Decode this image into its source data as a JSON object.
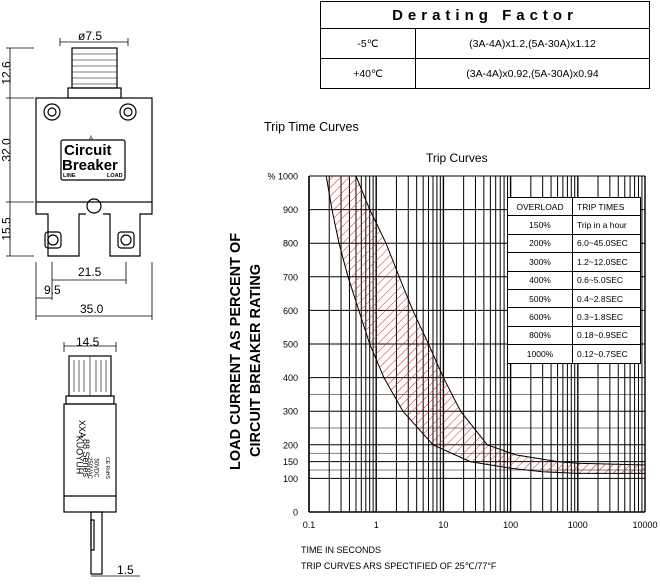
{
  "derating": {
    "title": "Derating Factor",
    "rows": [
      {
        "condition": "-5℃",
        "factor": "(3A-4A)x1.2,(5A-30A)x1.12"
      },
      {
        "condition": "+40℃",
        "factor": "(3A-4A)x0.92,(5A-30A)x0.94"
      }
    ]
  },
  "drawing": {
    "top_dim": "ø7.5",
    "width_dim": "35.0",
    "dim_21_5": "21.5",
    "dim_9_5": "9.5",
    "h_12_6": "12.6",
    "h_32": "32.0",
    "h_15_5": "15.5",
    "label_a": "A",
    "label_circuit": "Circuit",
    "label_breaker": "Breaker",
    "label_line": "LINE",
    "label_load": "LOAD",
    "side_width": "14.5",
    "side_thickness": "1.5",
    "side_brand": "KUOYUH",
    "side_series": "88 Series",
    "side_rating": "XXA",
    "side_volt1": "250VAC",
    "side_volt2": "50VDC",
    "side_mark": "CE RoHS"
  },
  "chart_caption": "Trip Time Curves",
  "chart_data": {
    "type": "area",
    "title": "Trip  Curves",
    "ylabel_line1": "LOAD CURRENT AS PERCENT OF",
    "ylabel_line2": "CIRCUIT BREAKER RATING",
    "xlabel": "TIME IN SECONDS",
    "note": "TRIP CURVES ARS SPECTIFIED OF 25℃/77°F",
    "x_scale": "log",
    "xlim": [
      0.1,
      10000
    ],
    "x_ticks": [
      "0.1",
      "1",
      "10",
      "100",
      "1000",
      "10000"
    ],
    "y_tick_labels": [
      "% 1000",
      "900",
      "800",
      "700",
      "600",
      "500",
      "400",
      "300",
      "200",
      "150",
      "100",
      "0"
    ],
    "y_tick_values": [
      1000,
      900,
      800,
      700,
      600,
      500,
      400,
      300,
      200,
      150,
      100,
      0
    ],
    "curves": [
      {
        "role": "min_trip",
        "points": [
          [
            0.18,
            1000
          ],
          [
            0.22,
            900
          ],
          [
            0.28,
            800
          ],
          [
            0.38,
            700
          ],
          [
            0.55,
            600
          ],
          [
            0.8,
            500
          ],
          [
            1.3,
            400
          ],
          [
            2.5,
            300
          ],
          [
            7,
            200
          ],
          [
            25,
            150
          ],
          [
            100,
            130
          ],
          [
            300,
            120
          ],
          [
            1000,
            115
          ],
          [
            10000,
            115
          ]
        ]
      },
      {
        "role": "max_trip",
        "points": [
          [
            0.5,
            1000
          ],
          [
            0.8,
            900
          ],
          [
            1.4,
            800
          ],
          [
            2.2,
            700
          ],
          [
            3.5,
            600
          ],
          [
            6,
            500
          ],
          [
            10,
            400
          ],
          [
            18,
            300
          ],
          [
            45,
            200
          ],
          [
            120,
            170
          ],
          [
            500,
            150
          ],
          [
            1000,
            145
          ],
          [
            10000,
            140
          ]
        ]
      }
    ],
    "hatch_color": "#e02020",
    "overload_table": {
      "headers": [
        "OVERLOAD",
        "TRIP TIMES"
      ],
      "rows": [
        [
          "150%",
          "Trip in a hour"
        ],
        [
          "200%",
          "6.0~45.0SEC"
        ],
        [
          "300%",
          "1.2~12.0SEC"
        ],
        [
          "400%",
          "0.6~5.0SEC"
        ],
        [
          "500%",
          "0.4~2.8SEC"
        ],
        [
          "600%",
          "0.3~1.8SEC"
        ],
        [
          "800%",
          "0.18~0.9SEC"
        ],
        [
          "1000%",
          "0.12~0.7SEC"
        ]
      ]
    }
  }
}
